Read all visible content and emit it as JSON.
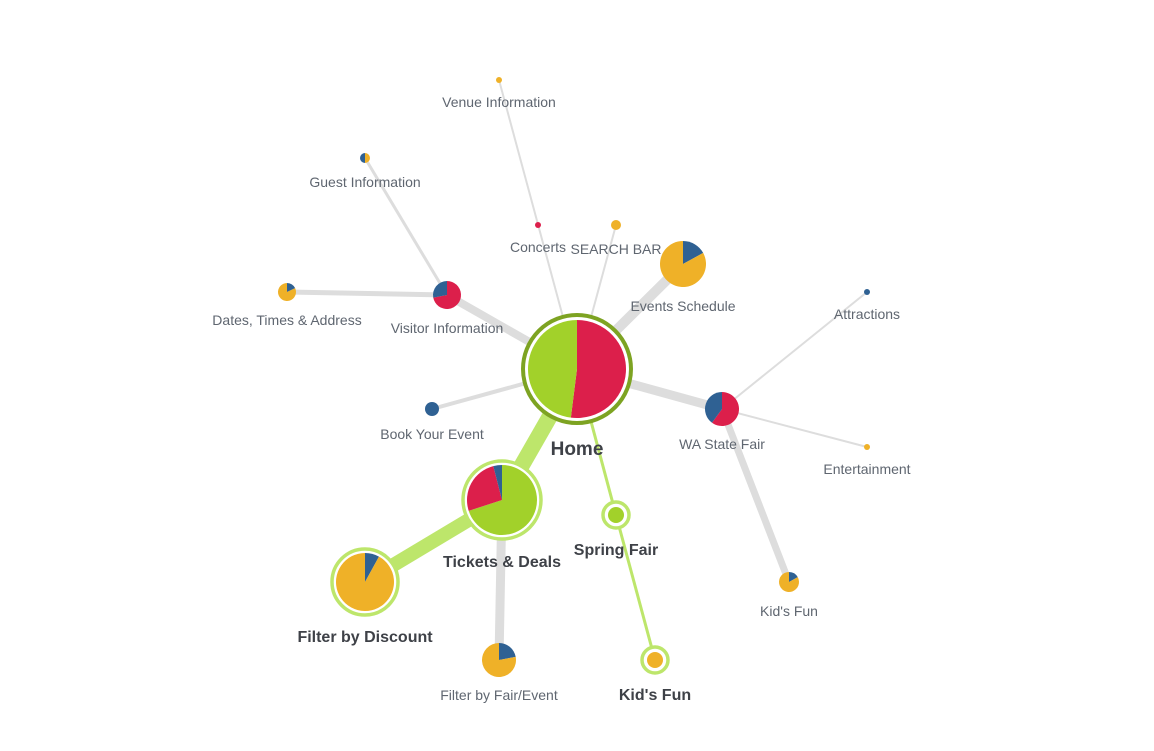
{
  "colors": {
    "red": "#dc1f4b",
    "green": "#a2d12a",
    "yellow": "#efb128",
    "blue": "#2f6193",
    "dark_green_ring": "#7da322",
    "light_green": "#bde66b",
    "edge_gray": "#dddddd"
  },
  "nodes": [
    {
      "id": "home",
      "label": "Home",
      "emphasis": "home",
      "slices": [
        [
          "red",
          0.52
        ],
        [
          "green",
          0.48
        ]
      ]
    },
    {
      "id": "venue-information",
      "label": "Venue Information",
      "slices": [
        [
          "yellow",
          1
        ]
      ]
    },
    {
      "id": "guest-information",
      "label": "Guest Information",
      "slices": [
        [
          "yellow",
          0.5
        ],
        [
          "blue",
          0.5
        ]
      ]
    },
    {
      "id": "concerts",
      "label": "Concerts",
      "slices": [
        [
          "red",
          1
        ]
      ]
    },
    {
      "id": "search-bar",
      "label": "SEARCH BAR",
      "slices": [
        [
          "yellow",
          1
        ]
      ]
    },
    {
      "id": "events-schedule",
      "label": "Events Schedule",
      "slices": [
        [
          "blue",
          0.17
        ],
        [
          "yellow",
          0.83
        ]
      ]
    },
    {
      "id": "attractions",
      "label": "Attractions",
      "slices": [
        [
          "blue",
          1
        ]
      ]
    },
    {
      "id": "dates-times-address",
      "label": "Dates, Times & Address",
      "slices": [
        [
          "blue",
          0.18
        ],
        [
          "yellow",
          0.82
        ]
      ]
    },
    {
      "id": "visitor-information",
      "label": "Visitor Information",
      "slices": [
        [
          "red",
          0.72
        ],
        [
          "blue",
          0.28
        ]
      ]
    },
    {
      "id": "book-your-event",
      "label": "Book Your Event",
      "slices": [
        [
          "blue",
          1
        ]
      ]
    },
    {
      "id": "wa-state-fair",
      "label": "WA State Fair",
      "slices": [
        [
          "red",
          0.6
        ],
        [
          "blue",
          0.4
        ]
      ]
    },
    {
      "id": "entertainment",
      "label": "Entertainment",
      "slices": [
        [
          "yellow",
          1
        ]
      ]
    },
    {
      "id": "tickets-deals",
      "label": "Tickets & Deals",
      "emphasis": "highlight",
      "slices": [
        [
          "green",
          0.7
        ],
        [
          "red",
          0.26
        ],
        [
          "blue",
          0.04
        ]
      ]
    },
    {
      "id": "spring-fair",
      "label": "Spring Fair",
      "emphasis": "highlight",
      "slices": [
        [
          "green",
          1
        ]
      ]
    },
    {
      "id": "kids-fun-wa",
      "label": "Kid's Fun",
      "slices": [
        [
          "blue",
          0.17
        ],
        [
          "yellow",
          0.83
        ]
      ]
    },
    {
      "id": "filter-by-discount",
      "label": "Filter by Discount",
      "emphasis": "highlight",
      "slices": [
        [
          "blue",
          0.08
        ],
        [
          "yellow",
          0.92
        ]
      ]
    },
    {
      "id": "filter-by-fair-event",
      "label": "Filter by Fair/Event",
      "slices": [
        [
          "blue",
          0.22
        ],
        [
          "yellow",
          0.78
        ]
      ]
    },
    {
      "id": "kids-fun-spring",
      "label": "Kid's Fun",
      "emphasis": "highlight",
      "slices": [
        [
          "yellow",
          1
        ]
      ]
    }
  ],
  "edges": [
    {
      "from": "home",
      "to": "venue-information",
      "weight": 2,
      "highlight": false
    },
    {
      "from": "home",
      "to": "search-bar",
      "weight": 2,
      "highlight": false
    },
    {
      "from": "home",
      "to": "events-schedule",
      "weight": 10,
      "highlight": false
    },
    {
      "from": "home",
      "to": "visitor-information",
      "weight": 8,
      "highlight": false
    },
    {
      "from": "visitor-information",
      "to": "guest-information",
      "weight": 3,
      "highlight": false
    },
    {
      "from": "visitor-information",
      "to": "dates-times-address",
      "weight": 5,
      "highlight": false
    },
    {
      "from": "home",
      "to": "book-your-event",
      "weight": 4,
      "highlight": false
    },
    {
      "from": "home",
      "to": "wa-state-fair",
      "weight": 9,
      "highlight": false
    },
    {
      "from": "wa-state-fair",
      "to": "attractions",
      "weight": 2,
      "highlight": false
    },
    {
      "from": "wa-state-fair",
      "to": "entertainment",
      "weight": 2,
      "highlight": false
    },
    {
      "from": "wa-state-fair",
      "to": "kids-fun-wa",
      "weight": 7,
      "highlight": false
    },
    {
      "from": "home",
      "to": "tickets-deals",
      "weight": 16,
      "highlight": true
    },
    {
      "from": "tickets-deals",
      "to": "filter-by-discount",
      "weight": 14,
      "highlight": true
    },
    {
      "from": "tickets-deals",
      "to": "filter-by-fair-event",
      "weight": 9,
      "highlight": false
    },
    {
      "from": "home",
      "to": "spring-fair",
      "weight": 3,
      "highlight": true
    },
    {
      "from": "spring-fair",
      "to": "kids-fun-spring",
      "weight": 3,
      "highlight": true
    }
  ]
}
